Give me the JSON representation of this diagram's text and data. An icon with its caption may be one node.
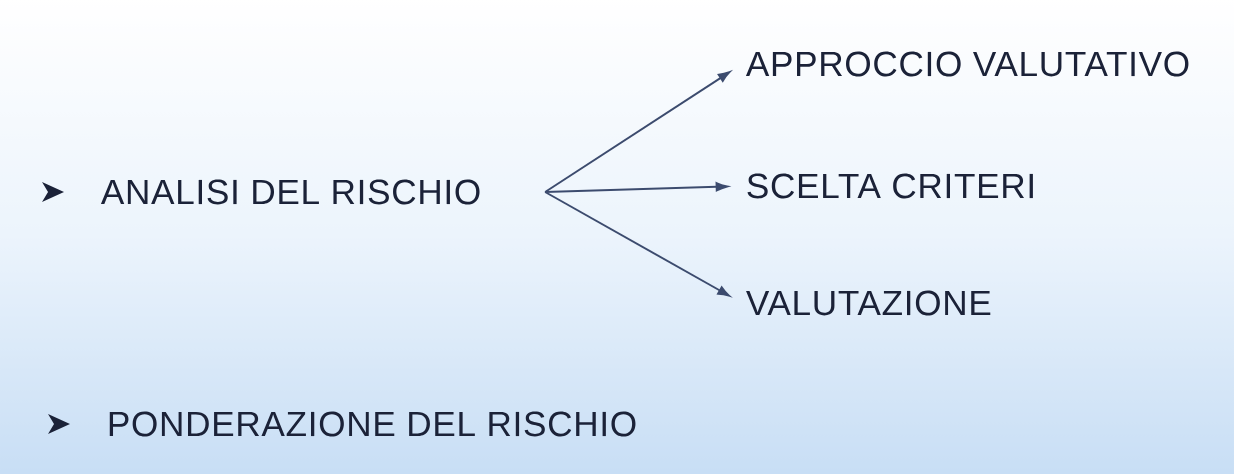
{
  "diagram": {
    "nodes": [
      {
        "text": [
          "ANALISI DEL RISCHIO"
        ]
      },
      {
        "text": [
          "APPROCCIO VALUTATIVO"
        ]
      },
      {
        "text": [
          "SCELTA CRITERI"
        ]
      },
      {
        "text": [
          "VALUTAZIONE"
        ]
      },
      {
        "text": [
          "PONDERAZIONE DEL RISCHIO"
        ]
      }
    ],
    "edges": [
      {
        "from": 0,
        "to": 1,
        "arrow": "to"
      },
      {
        "from": 0,
        "to": 2,
        "arrow": "to"
      },
      {
        "from": 0,
        "to": 3,
        "arrow": "to"
      }
    ]
  }
}
